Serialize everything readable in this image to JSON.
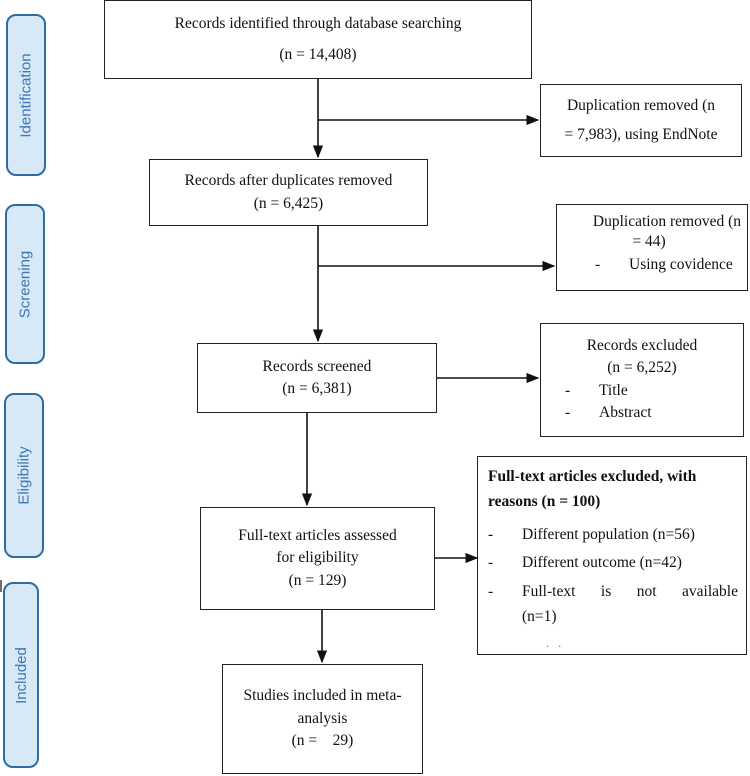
{
  "stages": {
    "identification": "Identification",
    "screening": "Screening",
    "eligibility": "Eligibility",
    "included": "Included"
  },
  "boxes": {
    "identified": {
      "line1": "Records identified through database searching",
      "line2": "(n = 14,408)"
    },
    "dup_removed_endnote": {
      "line1": "Duplication removed (n",
      "line2": "= 7,983), using EndNote"
    },
    "after_duplicates": {
      "line1": "Records after duplicates removed",
      "line2": "(n = 6,425)"
    },
    "dup_removed_covidence": {
      "line1": "Duplication removed (n",
      "line2": "= 44)",
      "bullet": "-",
      "item": "Using covidence"
    },
    "screened": {
      "line1": "Records screened",
      "line2": "(n = 6,381)"
    },
    "excluded": {
      "line1": "Records excluded",
      "line2": "(n = 6,252)",
      "items": [
        "Title",
        "Abstract"
      ],
      "bullet": "-"
    },
    "fulltext_assessed": {
      "line1": "Full-text articles assessed",
      "line2": "for eligibility",
      "line3": "(n = 129)"
    },
    "fulltext_excluded": {
      "heading1": "Full-text articles excluded, with",
      "heading2": "reasons (n = 100)",
      "bullet": "-",
      "items": [
        "Different population (n=56)",
        "Different outcome (n=42)"
      ],
      "item3_words": [
        "Full-text",
        "is",
        "not",
        "available"
      ],
      "item3_cont": "(n=1)",
      "dots": ".    ."
    },
    "included_studies": {
      "line1": "Studies included in meta-",
      "line2": "analysis",
      "line3": "(n =    29)"
    }
  },
  "colors": {
    "stage_fill": "#d7e8f6",
    "stage_border": "#2e6da4",
    "stage_text": "#3f78b4",
    "line": "#111111"
  }
}
